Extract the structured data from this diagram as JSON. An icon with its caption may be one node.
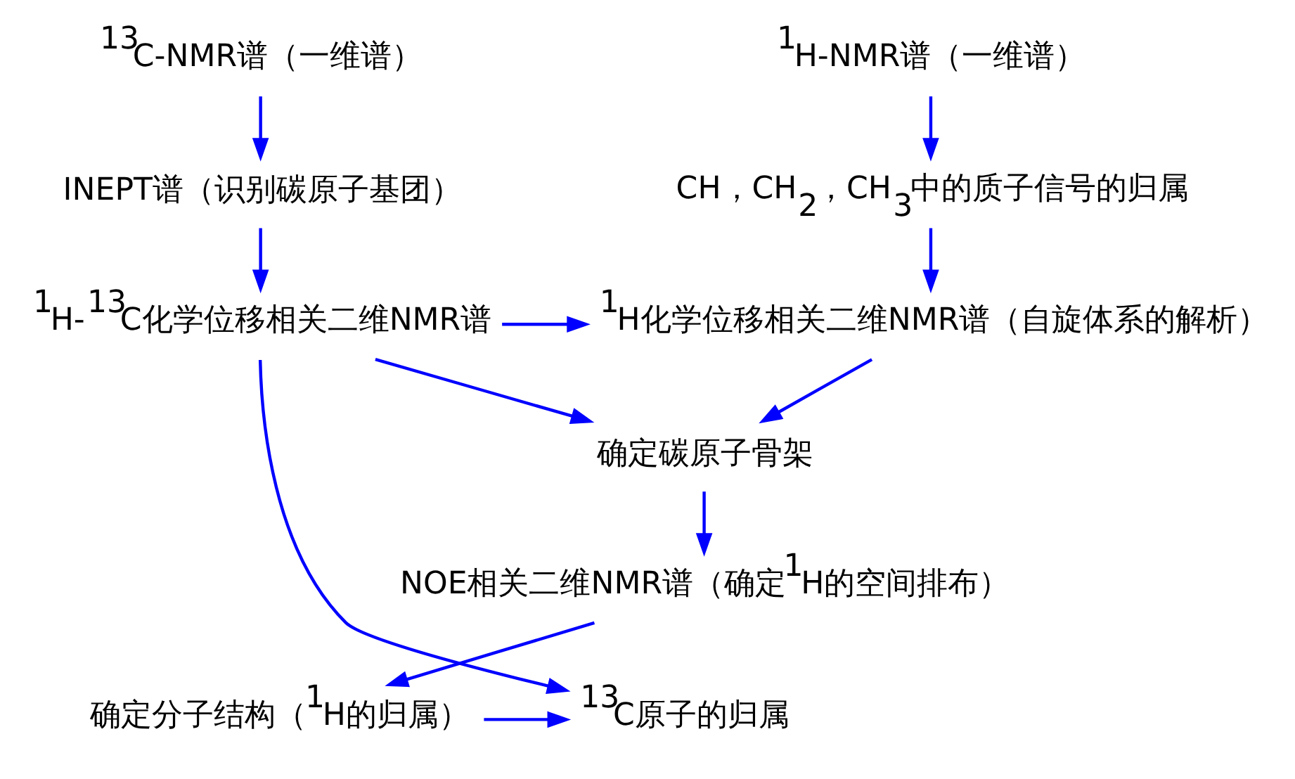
{
  "diagram": {
    "nodes": [
      {
        "text": [
          "$^{1}$H-NMR谱（一维谱）"
        ]
      },
      {
        "text": [
          "$^{13}$C-NMR谱（一维谱）"
        ]
      },
      {
        "text": [
          "CH，CH$_{2}$，CH$_{3}$中的质子信号的归属"
        ]
      },
      {
        "text": [
          "INEPT谱（识别碳原子基团）"
        ]
      },
      {
        "text": [
          "$^{1}$H化学位移相关二维NMR谱（自旋体系的解析）"
        ]
      },
      {
        "text": [
          "$^{1}$H-$^{13}$C化学位移相关二维NMR谱"
        ]
      },
      {
        "text": [
          "确定碳原子骨架"
        ]
      },
      {
        "text": [
          "NOE相关二维NMR谱（确定$^{1}$H的空间排布）"
        ]
      },
      {
        "text": [
          "确定分子结构（$^{1}$H的归属）"
        ]
      },
      {
        "text": [
          "$^{13}$C原子的归属"
        ]
      }
    ],
    "edges": [
      {
        "from": 0,
        "to": 2,
        "arrow": "to"
      },
      {
        "from": 2,
        "to": 4,
        "arrow": "to"
      },
      {
        "from": 1,
        "to": 3,
        "arrow": "to"
      },
      {
        "from": 3,
        "to": 5,
        "arrow": "to"
      },
      {
        "from": 5,
        "to": 4,
        "arrow": "to"
      },
      {
        "from": 4,
        "to": 6,
        "arrow": "to"
      },
      {
        "from": 5,
        "to": 6,
        "arrow": "to"
      },
      {
        "from": 6,
        "to": 7,
        "arrow": "to"
      },
      {
        "from": 7,
        "to": 8,
        "arrow": "to"
      },
      {
        "from": 8,
        "to": 9,
        "arrow": "to"
      },
      {
        "from": 5,
        "to": 9,
        "arrow": "to"
      }
    ]
  }
}
